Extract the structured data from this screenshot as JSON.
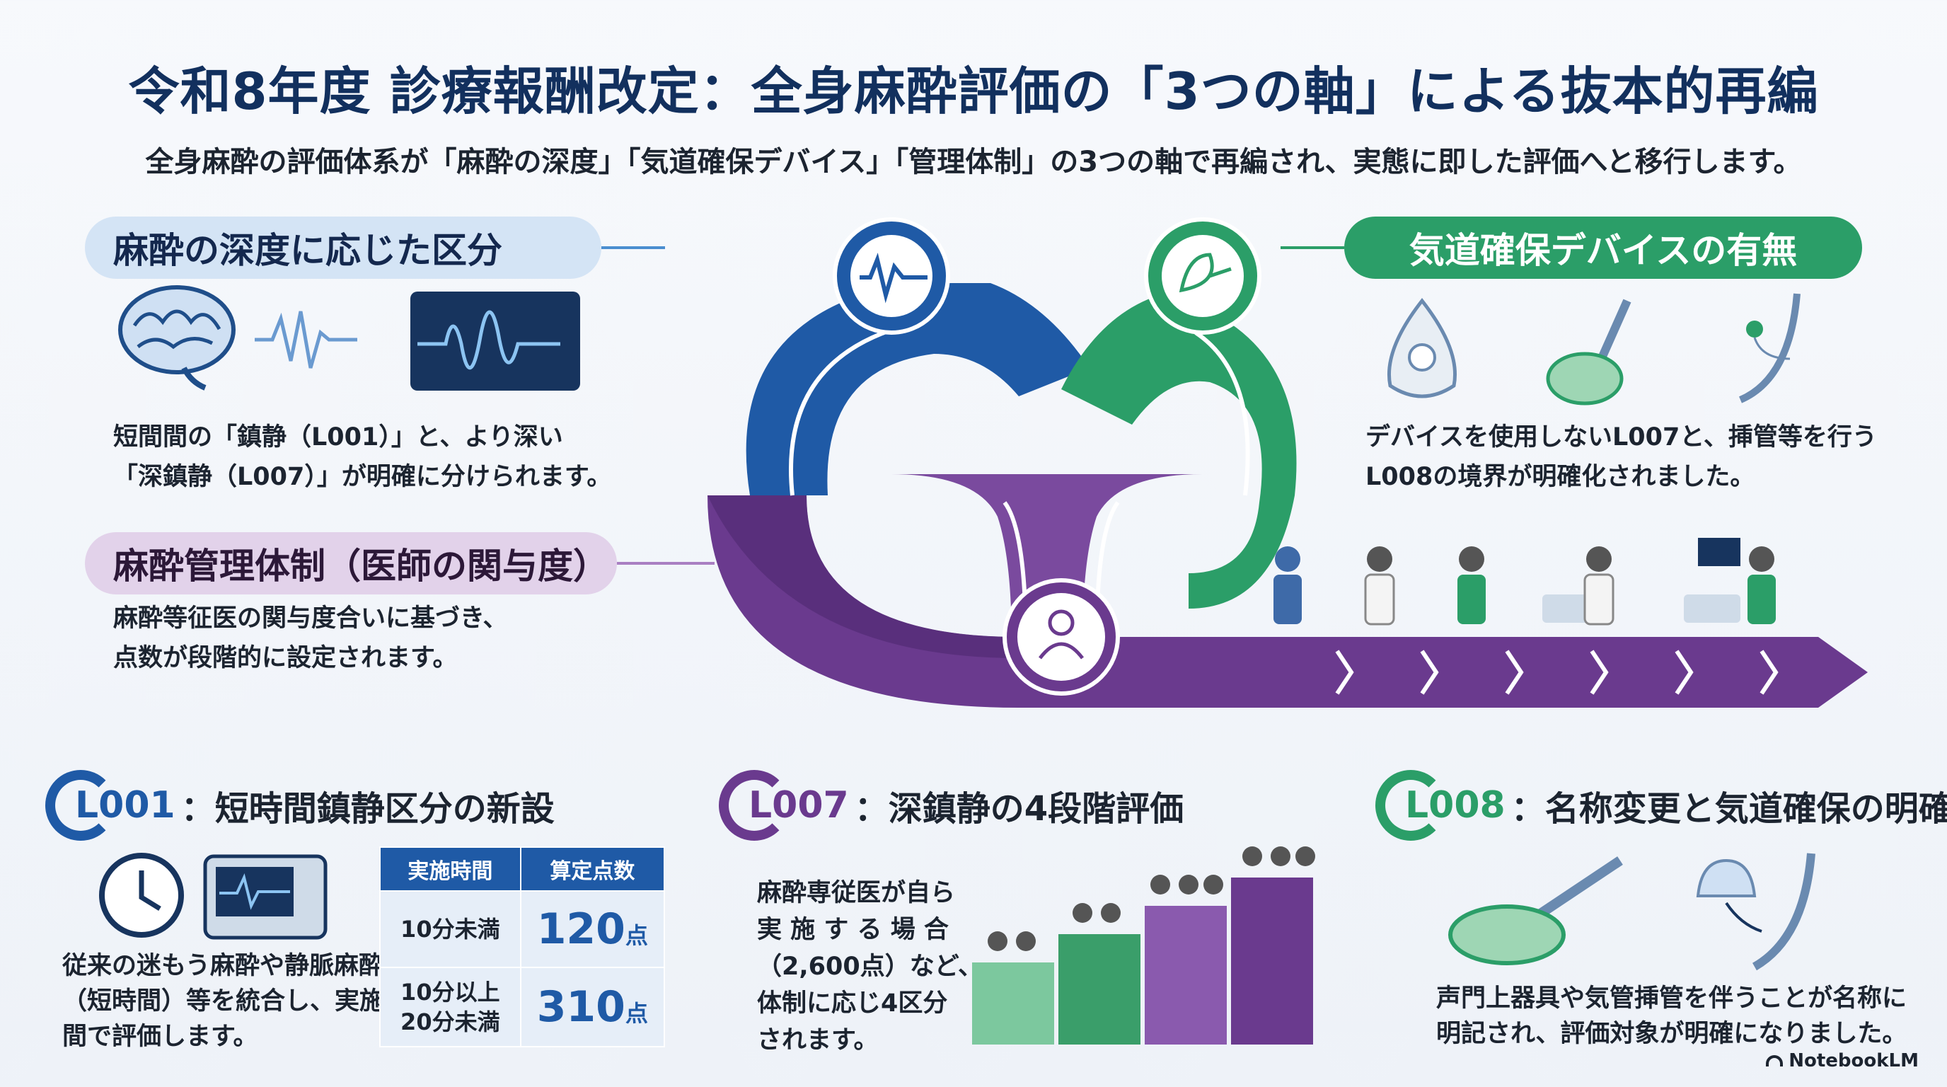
{
  "title": "令和8年度 診療報酬改定：全身麻酔評価の「3つの軸」による抜本的再編",
  "subtitle": "全身麻酔の評価体系が「麻酔の深度」「気道確保デバイス」「管理体制」の3つの軸で再編され、実態に即した評価へと移行します。",
  "axes": {
    "depth": {
      "label": "麻酔の深度に応じた区分",
      "desc_lines": [
        "短間間の「鎮静（L001）」と、より深い",
        "「深鎮静（L007）」が明確に分けられます。"
      ]
    },
    "airway": {
      "label": "気道確保デバイスの有無",
      "desc_lines": [
        "デバイスを使用しないL007と、挿管等を行う",
        "L008の境界が明確化されました。"
      ]
    },
    "management": {
      "label": "麻酔管理体制（医師の関与度）",
      "desc_lines": [
        "麻酔等征医の関与度合いに基づき、",
        "点数が段階的に設定されます。"
      ]
    }
  },
  "sections": {
    "l001": {
      "code": "L001",
      "title": "：短時間鎮静区分の新設",
      "desc_lines": [
        "従来の迷もう麻酔や静脈麻酔",
        "（短時間）等を統合し、実施時",
        "間で評価します。"
      ],
      "table": {
        "headers": [
          "実施時間",
          "算定点数"
        ],
        "rows": [
          {
            "time_lines": [
              "10分未満"
            ],
            "points": "120",
            "unit": "点"
          },
          {
            "time_lines": [
              "10分以上",
              "20分未満"
            ],
            "points": "310",
            "unit": "点"
          }
        ]
      }
    },
    "l007": {
      "code": "L007",
      "title": "：深鎮静の4段階評価",
      "desc_lines": [
        "麻酔専従医が自ら",
        "実 施 す る 場 合",
        "（2,600点）など、",
        "体制に応じ4区分",
        "されます。"
      ]
    },
    "l008": {
      "code": "L008",
      "title": "：名称変更と気道確保の明確化",
      "desc_lines": [
        "声門上器具や気管挿管を伴うことが名称に",
        "明記され、評価対象が明確になりました。"
      ]
    }
  },
  "brand": "NotebookLM",
  "colors": {
    "blue": "#1f5aa6",
    "green": "#2b9e68",
    "purple": "#6a3a8e",
    "navy": "#12305e"
  }
}
